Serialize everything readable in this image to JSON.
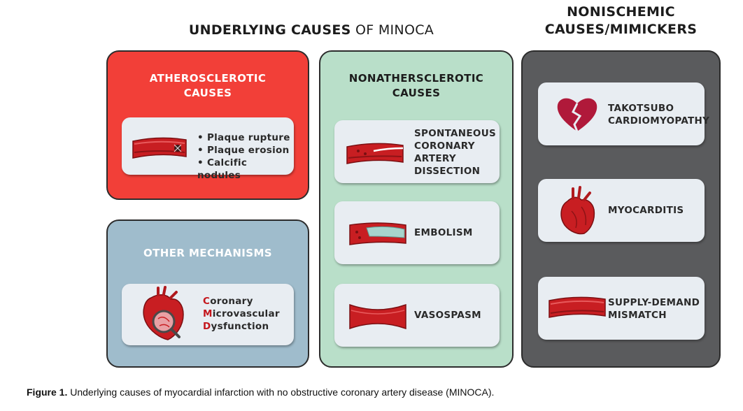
{
  "headings": {
    "main_bold": "UNDERLYING CAUSES",
    "main_thin": " OF MINOCA",
    "nonischemic_line1": "NONISCHEMIC",
    "nonischemic_line2": "CAUSES/MIMICKERS"
  },
  "atherosclerotic": {
    "title_line1": "ATHEROSCLEROTIC",
    "title_line2": "CAUSES",
    "items": [
      "Plaque rupture",
      "Plaque erosion",
      "Calcific nodules"
    ]
  },
  "other": {
    "title": "OTHER MECHANISMS",
    "cmd": [
      {
        "letter": "C",
        "rest": "oronary"
      },
      {
        "letter": "M",
        "rest": "icrovascular"
      },
      {
        "letter": "D",
        "rest": "ysfunction"
      }
    ]
  },
  "nonatherosclerotic": {
    "title_line1": "NONATHERSCLEROTIC",
    "title_line2": "CAUSES",
    "items": [
      {
        "lines": [
          "SPONTANEOUS",
          "CORONARY",
          "ARTERY",
          "DISSECTION"
        ],
        "icon": "dissected-artery-icon"
      },
      {
        "lines": [
          "EMBOLISM"
        ],
        "icon": "embolism-artery-icon"
      },
      {
        "lines": [
          "VASOSPASM"
        ],
        "icon": "constricted-artery-icon"
      }
    ]
  },
  "nonischemic": {
    "items": [
      {
        "lines": [
          "TAKOTSUBO",
          "CARDIOMYOPATHY"
        ],
        "icon": "broken-heart-icon"
      },
      {
        "lines": [
          "MYOCARDITIS"
        ],
        "icon": "anatomical-heart-icon"
      },
      {
        "lines": [
          "SUPPLY-DEMAND",
          "MISMATCH"
        ],
        "icon": "artery-icon"
      }
    ]
  },
  "caption": {
    "label": "Figure 1.",
    "text": " Underlying causes of myocardial infarction with no obstructive coronary artery disease (MINOCA)."
  },
  "colors": {
    "athero_panel": "#f23f38",
    "other_panel": "#9fbccc",
    "nonathero_panel": "#b9dfc9",
    "nonischemic_panel": "#5a5b5d",
    "card": "#e8edf2",
    "artery_red": "#c81e22",
    "cmd_red": "#c4161c"
  }
}
